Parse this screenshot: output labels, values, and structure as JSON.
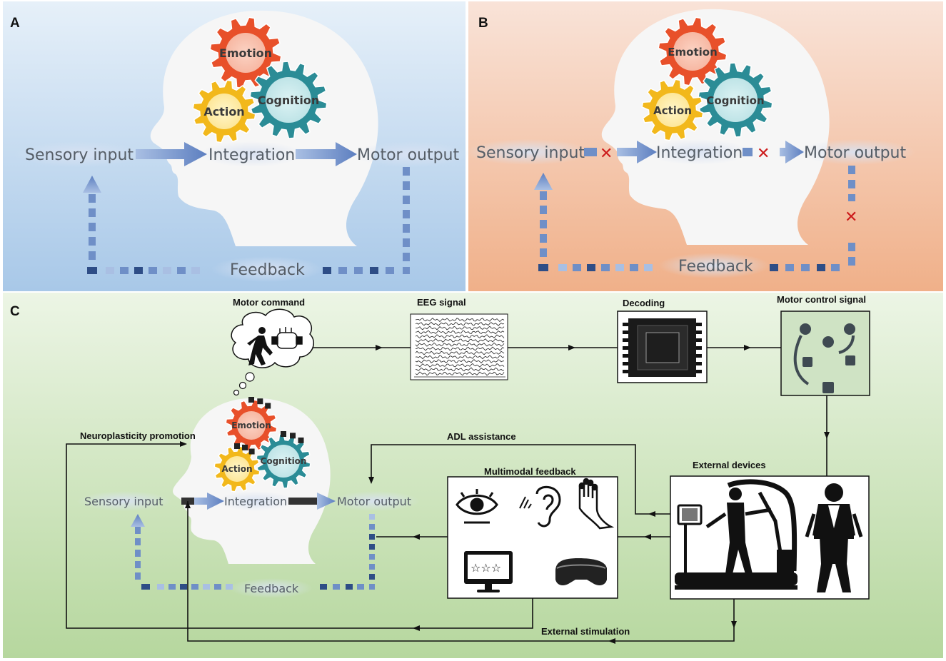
{
  "panels": {
    "A": {
      "letter": "A",
      "gears": {
        "emotion": "Emotion",
        "cognition": "Cognition",
        "action": "Action"
      },
      "sensory": "Sensory input",
      "integration": "Integration",
      "motor": "Motor output",
      "feedback": "Feedback"
    },
    "B": {
      "letter": "B",
      "gears": {
        "emotion": "Emotion",
        "cognition": "Cognition",
        "action": "Action"
      },
      "sensory": "Sensory input",
      "integration": "Integration",
      "motor": "Motor output",
      "feedback": "Feedback"
    },
    "C": {
      "letter": "C",
      "gears": {
        "emotion": "Emotion",
        "cognition": "Cognition",
        "action": "Action"
      },
      "sensory": "Sensory input",
      "integration": "Integration",
      "motor": "Motor output",
      "feedback": "Feedback",
      "motor_command": "Motor command",
      "eeg_signal": "EEG signal",
      "decoding": "Decoding",
      "motor_control_signal": "Motor control signal",
      "external_devices": "External devices",
      "multimodal_feedback": "Multimodal feedback",
      "adl_assistance": "ADL assistance",
      "neuroplasticity": "Neuroplasticity promotion",
      "external_stimulation": "External stimulation"
    }
  },
  "colors": {
    "panel_a_bg": "#c6dcef",
    "panel_b_bg": "#f5c9ae",
    "panel_c_bg": "#d6e9c9",
    "emotion_gear": "#e8502a",
    "cognition_gear": "#2b8c96",
    "action_gear": "#f2b81b",
    "arrow_blue": "#6f8fc7",
    "cross_red": "#cc1b1b"
  }
}
